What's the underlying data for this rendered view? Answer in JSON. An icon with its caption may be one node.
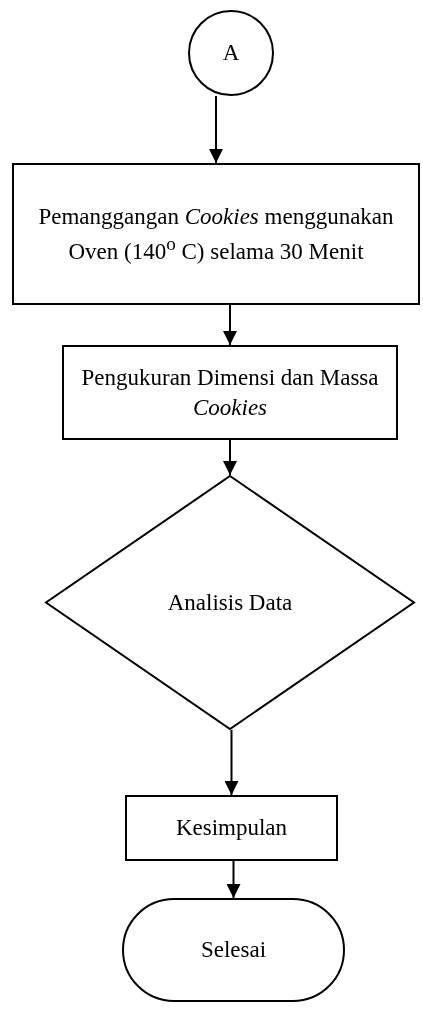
{
  "diagram": {
    "nodes": [
      {
        "text": [
          "A"
        ]
      },
      {
        "text": [
          "Pemanggangan *Cookies* menggunakan Oven (140$^{o}$ C) selama 30 Menit"
        ]
      },
      {
        "text": [
          "Pengukuran Dimensi dan Massa *Cookies*"
        ]
      },
      {
        "text": [
          "Analisis Data"
        ]
      },
      {
        "text": [
          "Kesimpulan"
        ]
      },
      {
        "text": [
          "Selesai"
        ]
      }
    ],
    "edges": [
      {
        "from": 0,
        "to": 1,
        "arrow": "to"
      },
      {
        "from": 1,
        "to": 2,
        "arrow": "to"
      },
      {
        "from": 2,
        "to": 3,
        "arrow": "to"
      },
      {
        "from": 3,
        "to": 4,
        "arrow": "to"
      },
      {
        "from": 4,
        "to": 5,
        "arrow": "to"
      }
    ]
  }
}
